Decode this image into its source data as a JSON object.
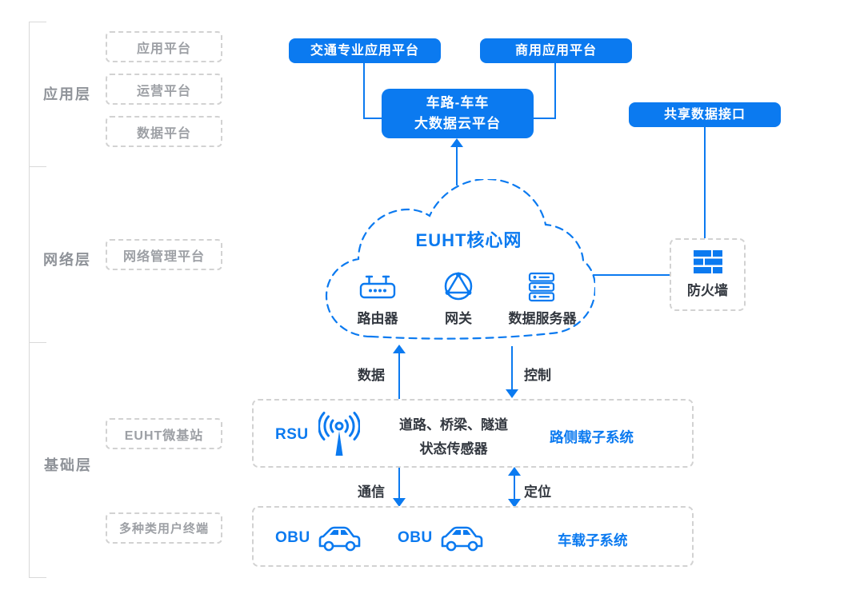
{
  "colors": {
    "accent": "#0b7af0",
    "gray_text": "#9da0a5",
    "dark_text": "#32373f"
  },
  "sidebar": {
    "layers": [
      {
        "label": "应用层",
        "boxes": [
          "应用平台",
          "运营平台",
          "数据平台"
        ]
      },
      {
        "label": "网络层",
        "boxes": [
          "网络管理平台"
        ]
      },
      {
        "label": "基础层",
        "boxes": [
          "EUHT微基站",
          "多种类用户终端"
        ]
      }
    ]
  },
  "top": {
    "traffic_platform": "交通专业应用平台",
    "commercial_platform": "商用应用平台",
    "cloud_platform_line1": "车路-车车",
    "cloud_platform_line2": "大数据云平台",
    "shared_data_interface": "共享数据接口"
  },
  "core_cloud": {
    "title": "EUHT核心网",
    "nodes": [
      {
        "label": "路由器",
        "icon": "router-icon"
      },
      {
        "label": "网关",
        "icon": "gateway-icon"
      },
      {
        "label": "数据服务器",
        "icon": "server-icon"
      }
    ]
  },
  "firewall": {
    "label": "防火墙",
    "icon": "firewall-icon"
  },
  "flows": {
    "data": "数据",
    "control": "控制",
    "communication": "通信",
    "positioning": "定位"
  },
  "roadside": {
    "rsu": "RSU",
    "sensor_line1": "道路、桥梁、隧道",
    "sensor_line2": "状态传感器",
    "system": "路侧载子系统",
    "icon": "antenna-icon"
  },
  "vehicle": {
    "obu1": "OBU",
    "obu2": "OBU",
    "system": "车载子系统",
    "icon": "car-icon"
  }
}
